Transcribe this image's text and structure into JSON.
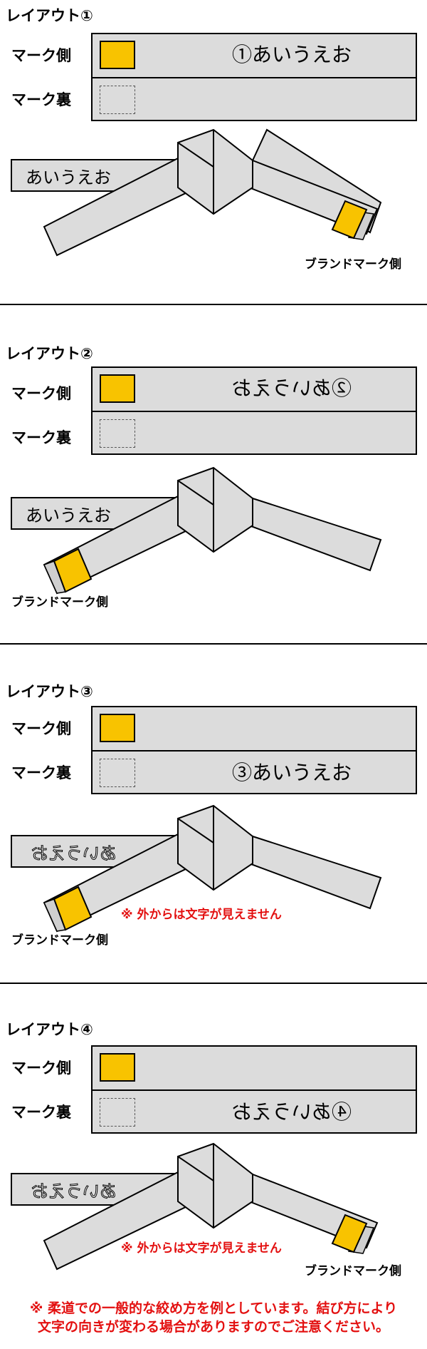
{
  "side_labels": {
    "mark_side": "マーク側",
    "mark_back": "マーク裏"
  },
  "brand_mark_label": "ブランドマーク側",
  "warning": "※ 外からは文字が見えません",
  "belt_text": "あいうえお",
  "colors": {
    "mark": "#f8c300",
    "belt": "#dcdcdc",
    "warning": "#e31010"
  },
  "layouts": [
    {
      "title": "レイアウト①",
      "label_text": "①あいうえお",
      "label_row": "front",
      "label_mirrored": false,
      "belt_text_mirrored": false,
      "brand_side": "right",
      "warning_visible": false
    },
    {
      "title": "レイアウト②",
      "label_text": "②あいうえお",
      "label_row": "front",
      "label_mirrored": true,
      "belt_text_mirrored": false,
      "brand_side": "left",
      "warning_visible": false
    },
    {
      "title": "レイアウト③",
      "label_text": "③あいうえお",
      "label_row": "back",
      "label_mirrored": false,
      "belt_text_mirrored": true,
      "brand_side": "left",
      "warning_visible": true
    },
    {
      "title": "レイアウト④",
      "label_text": "④あいうえお",
      "label_row": "back",
      "label_mirrored": true,
      "belt_text_mirrored": true,
      "brand_side": "right",
      "warning_visible": true
    }
  ],
  "footer": {
    "line1": "※ 柔道での一般的な絞め方を例としています。結び方により",
    "line2": "文字の向きが変わる場合がありますのでご注意ください。"
  }
}
